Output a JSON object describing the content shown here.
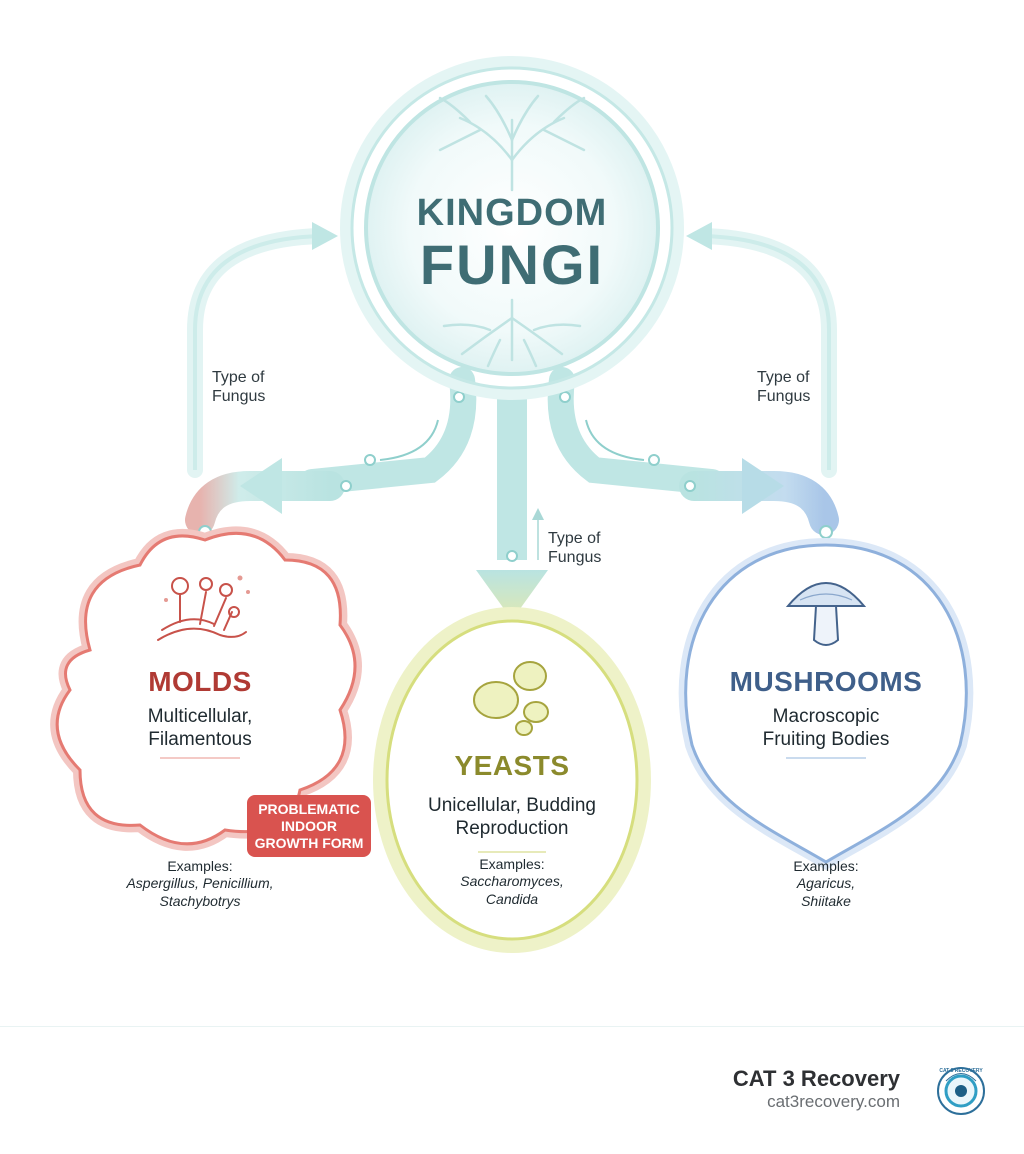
{
  "center": {
    "title_line1": "KINGDOM",
    "title_line2": "FUNGI"
  },
  "connector_labels": {
    "left": [
      "Type of",
      "Fungus"
    ],
    "right": [
      "Type of",
      "Fungus"
    ],
    "middle": [
      "Type of",
      "Fungus"
    ]
  },
  "molds": {
    "name": "MOLDS",
    "desc": [
      "Multicellular,",
      "Filamentous"
    ],
    "badge": [
      "PROBLEMATIC",
      "INDOOR",
      "GROWTH FORM"
    ],
    "examples_label": "Examples:",
    "examples": [
      "Aspergillus, Penicillium,",
      "Stachybotrys"
    ]
  },
  "yeasts": {
    "name": "YEASTS",
    "desc": [
      "Unicellular, Budding",
      "Reproduction"
    ],
    "examples_label": "Examples:",
    "examples": [
      "Saccharomyces,",
      "Candida"
    ]
  },
  "mushrooms": {
    "name": "MUSHROOMS",
    "desc": [
      "Macroscopic",
      "Fruiting Bodies"
    ],
    "examples_label": "Examples:",
    "examples": [
      "Agaricus,",
      "Shiitake"
    ]
  },
  "brand": {
    "name": "CAT 3 Recovery",
    "url": "cat3recovery.com",
    "logo_text": "CAT 3 RECOVERY"
  },
  "colors": {
    "teal": "#a7dbd8",
    "teal_dark": "#3f6d74",
    "mold_red": "#b03a34",
    "yeast_olive": "#8b8a2c",
    "mushroom_blue": "#3f5f8a"
  }
}
